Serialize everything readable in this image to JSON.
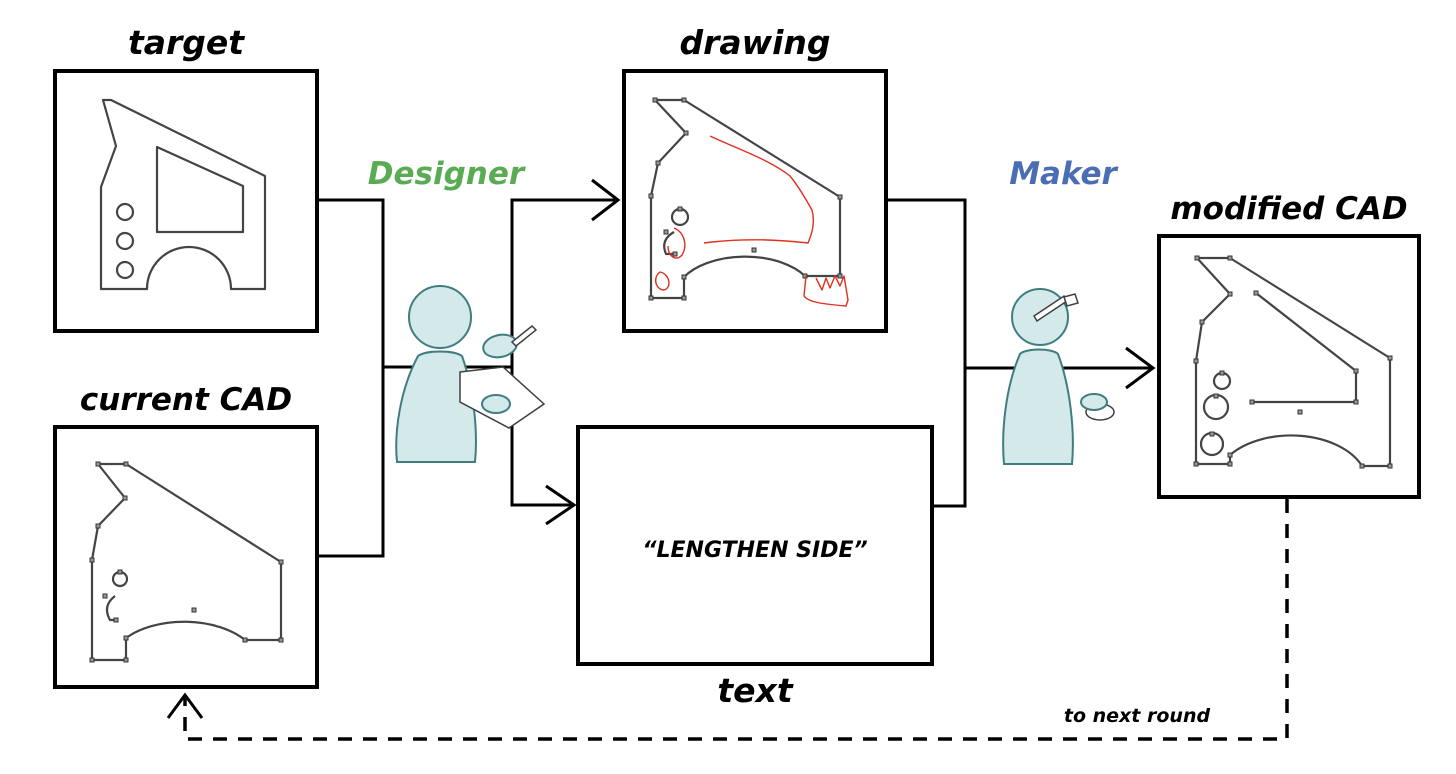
{
  "labels": {
    "target": "target",
    "current_cad": "current CAD",
    "designer": "Designer",
    "drawing": "drawing",
    "maker": "Maker",
    "modified_cad": "modified CAD",
    "text": "text",
    "text_content": "“LENGTHEN SIDE”",
    "next_round": "to next round"
  },
  "colors": {
    "designer": "#5aab53",
    "maker": "#4a6eb3",
    "sketch": "#e0301e",
    "person_fill": "#d3e9ea"
  }
}
